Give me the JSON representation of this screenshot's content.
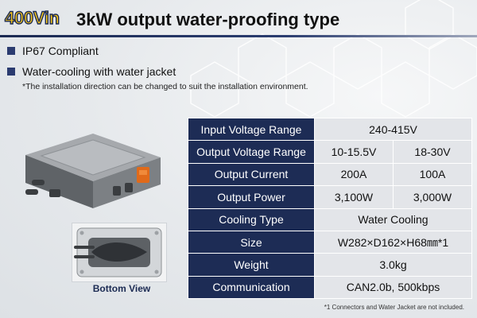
{
  "header": {
    "badge": "400Vin",
    "title": "3kW output water-proofing type"
  },
  "bullets": [
    "IP67 Compliant",
    "Water-cooling with water jacket"
  ],
  "note": "*The installation direction can be changed to suit the installation environment.",
  "bottom_view_label": "Bottom View",
  "specs": [
    {
      "label": "Input Voltage Range",
      "values": [
        "240-415V"
      ]
    },
    {
      "label": "Output Voltage Range",
      "values": [
        "10-15.5V",
        "18-30V"
      ]
    },
    {
      "label": "Output Current",
      "values": [
        "200A",
        "100A"
      ]
    },
    {
      "label": "Output Power",
      "values": [
        "3,100W",
        "3,000W"
      ]
    },
    {
      "label": "Cooling Type",
      "values": [
        "Water Cooling"
      ]
    },
    {
      "label": "Size",
      "values": [
        "W282×D162×H68㎜*1"
      ]
    },
    {
      "label": "Weight",
      "values": [
        "3.0kg"
      ]
    },
    {
      "label": "Communication",
      "values": [
        "CAN2.0b, 500kbps"
      ]
    }
  ],
  "footnote": "*1 Connectors and Water Jacket are not included.",
  "colors": {
    "navy": "#1d2c55",
    "badge_yellow": "#f5c51a",
    "cell_gray": "#e3e5e9"
  }
}
